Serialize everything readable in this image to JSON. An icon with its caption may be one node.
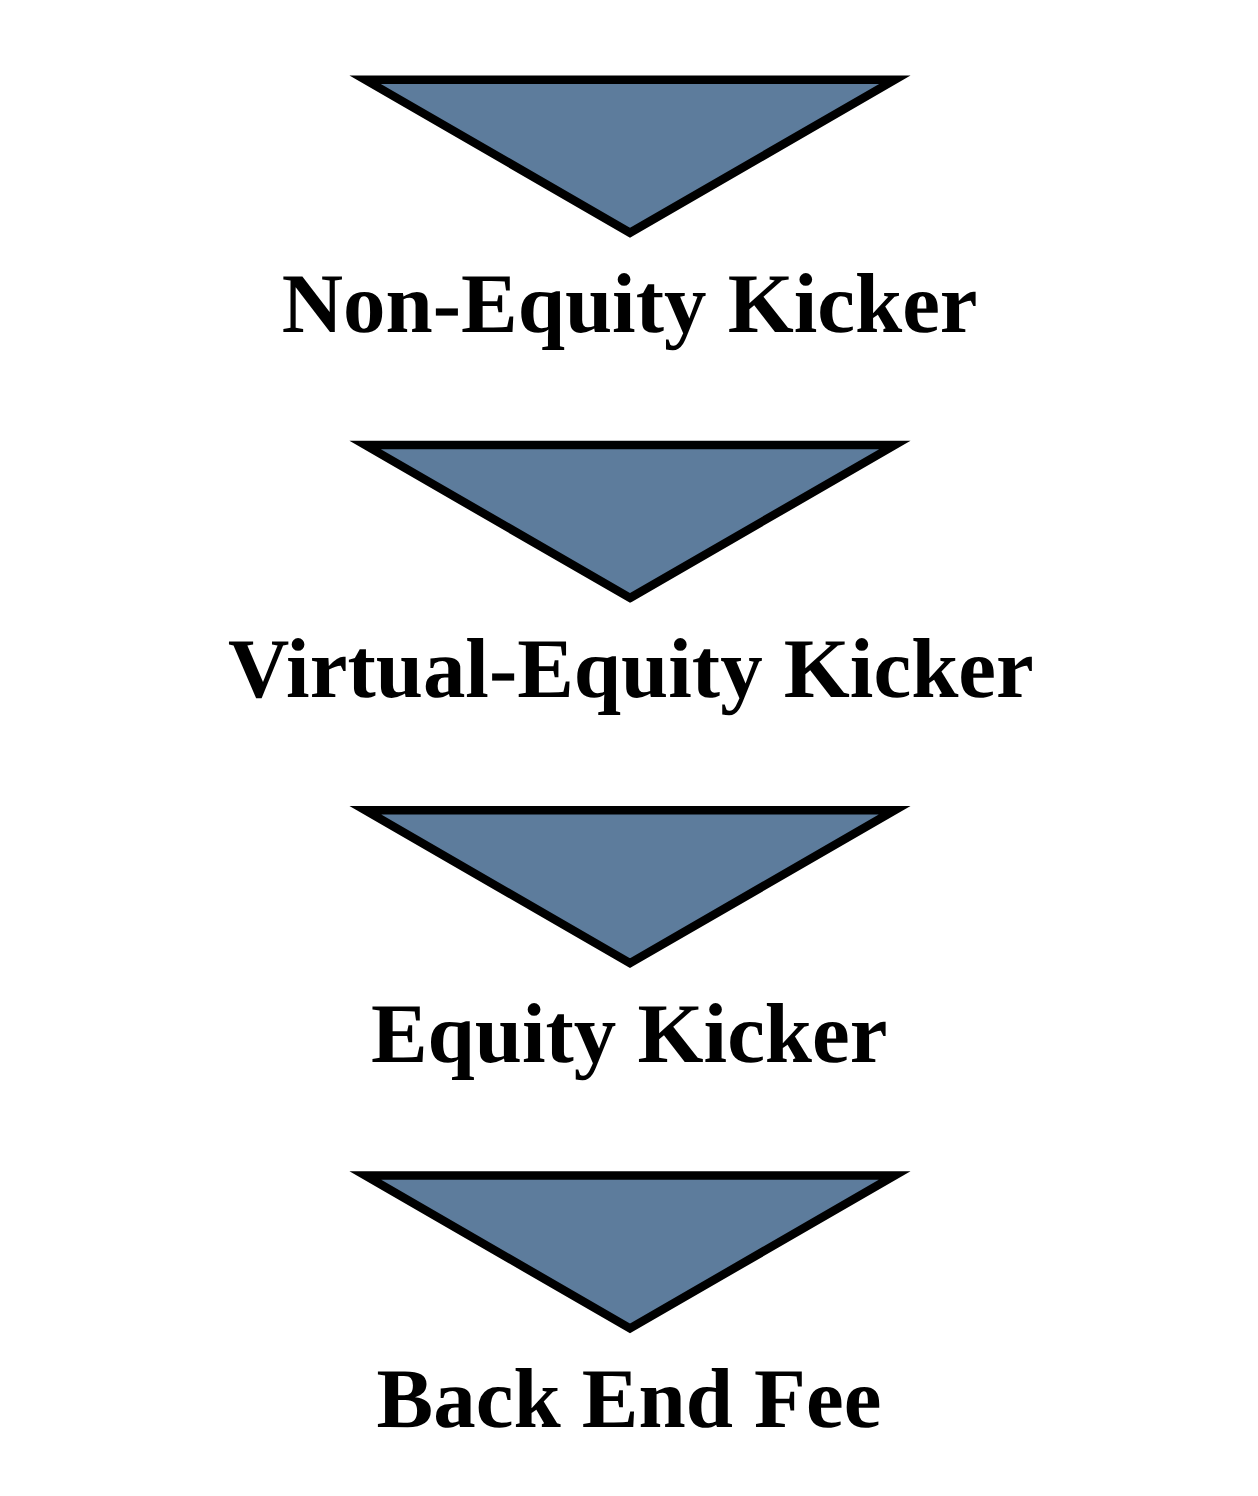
{
  "diagram": {
    "nodes": [
      {
        "text": [],
        "shape": "triangle"
      },
      {
        "text": [
          "Non-Equity Kicker"
        ]
      },
      {
        "text": [],
        "shape": "triangle"
      },
      {
        "text": [
          "Virtual-Equity Kicker"
        ]
      },
      {
        "text": [],
        "shape": "triangle"
      },
      {
        "text": [
          "Equity Kicker"
        ]
      },
      {
        "text": [],
        "shape": "triangle"
      },
      {
        "text": [
          "Back End Fee"
        ]
      }
    ]
  }
}
